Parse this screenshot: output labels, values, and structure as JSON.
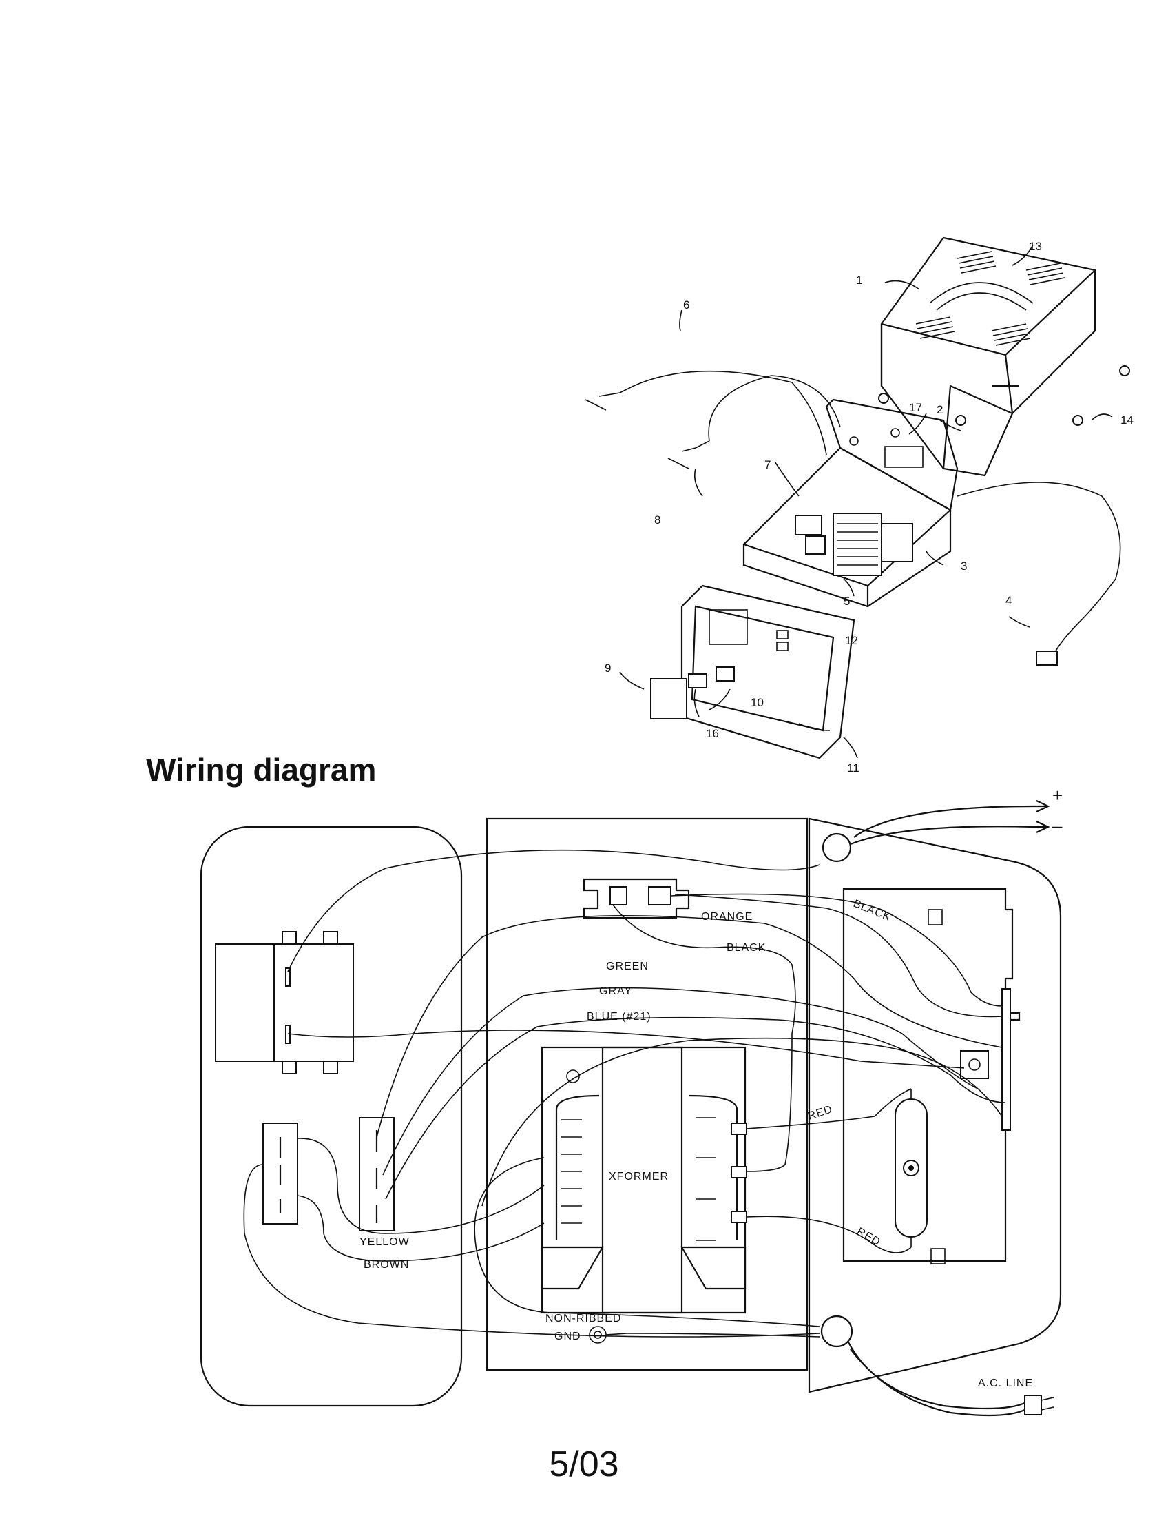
{
  "heading": "Wiring diagram",
  "footer": "5/03",
  "exploded_view": {
    "part_numbers": [
      "1",
      "2",
      "3",
      "4",
      "5",
      "6",
      "7",
      "8",
      "9",
      "10",
      "11",
      "12",
      "13",
      "14",
      "16",
      "17"
    ]
  },
  "wiring": {
    "wire_labels": {
      "orange": "ORANGE",
      "black_top": "BLACK",
      "black_lower": "BLACK",
      "green": "GREEN",
      "gray": "GRAY",
      "blue": "BLUE (#21)",
      "red_top": "RED",
      "red_bottom": "RED",
      "yellow": "YELLOW",
      "brown": "BROWN",
      "non_ribbed": "NON-RIBBED"
    },
    "component_labels": {
      "xformer": "XFORMER",
      "gnd": "GND",
      "ac_line": "A.C. LINE",
      "plus": "+",
      "minus": "–"
    }
  }
}
